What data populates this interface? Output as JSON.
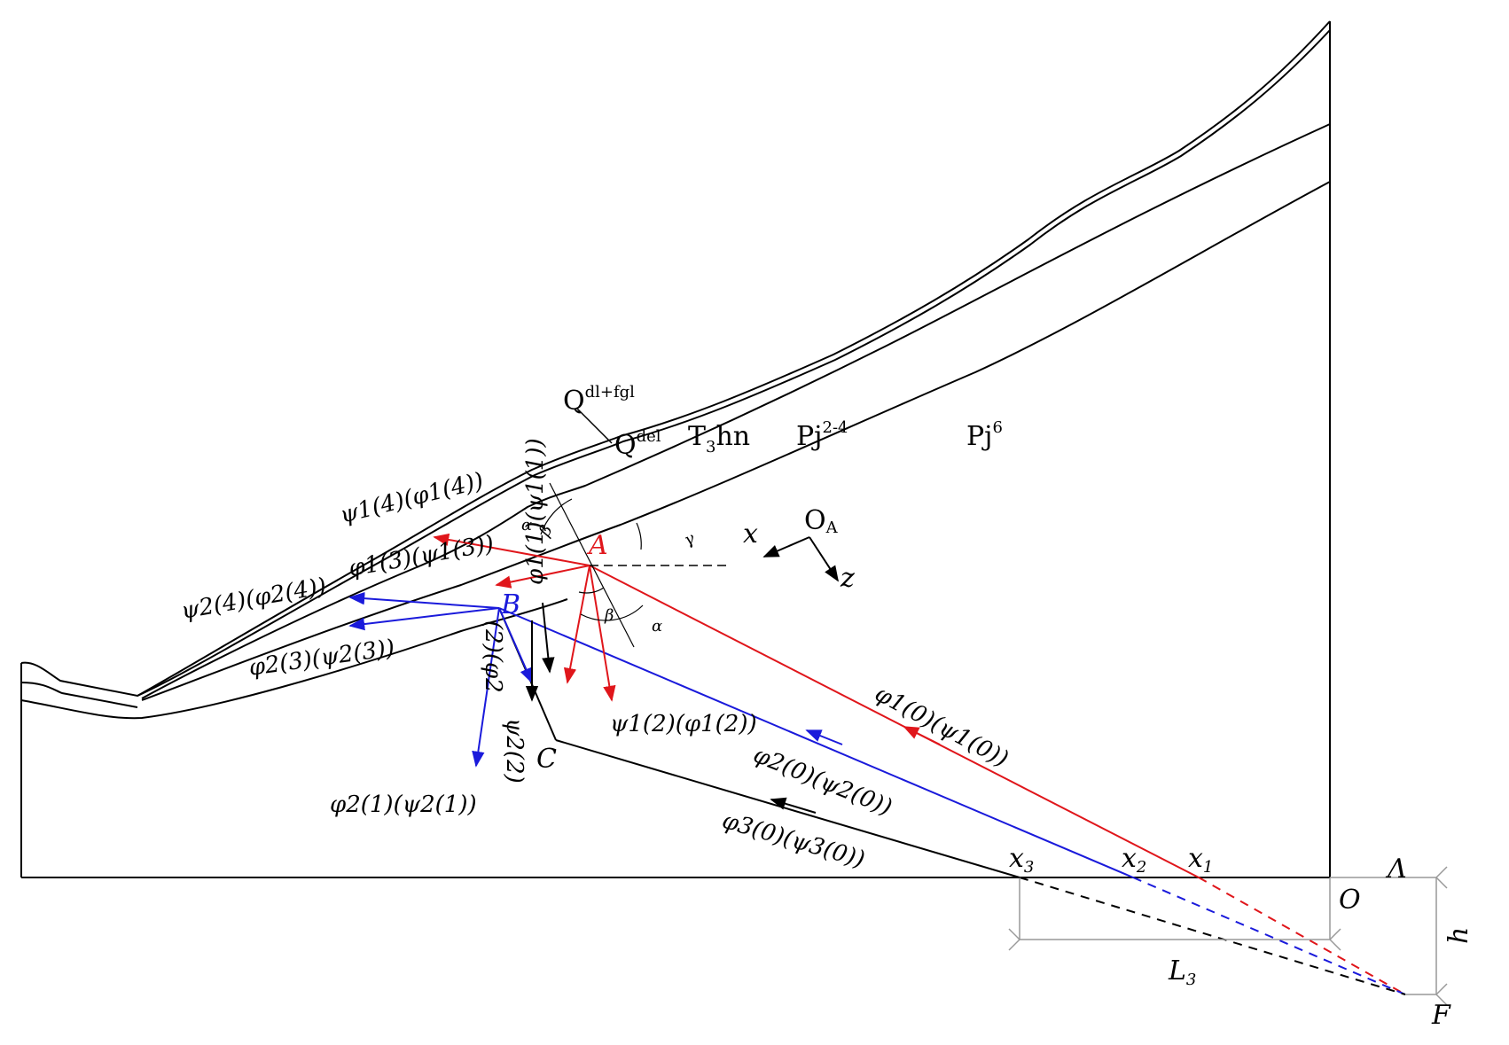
{
  "colors": {
    "ray_A": "#e0161b",
    "ray_B": "#1a1adb",
    "ray_C": "#000000",
    "line": "#000000",
    "construction": "#999999"
  },
  "layers": {
    "q_dl_fgl": "Q",
    "q_dl_fgl_sup": "dl+fgl",
    "q_del": "Q",
    "q_del_sup": "del",
    "t3hn_a": "T",
    "t3hn_sub": "3",
    "t3hn_b": "hn",
    "pj24": "Pj",
    "pj24_sup": "2-4",
    "pj6": "Pj",
    "pj6_sup": "6"
  },
  "points": {
    "A": "A",
    "B": "B",
    "C": "C",
    "O": "O",
    "F": "F",
    "OA": "O",
    "OA_sub": "A",
    "x1": "x",
    "x1_sub": "1",
    "x2": "x",
    "x2_sub": "2",
    "x3": "x",
    "x3_sub": "3"
  },
  "axes": {
    "x": "x",
    "z": "z"
  },
  "dimensions": {
    "L3": "L",
    "L3_sub": "3",
    "h": "h",
    "lambda": "Λ"
  },
  "angles": {
    "alpha": "α",
    "beta": "β",
    "gamma": "γ"
  },
  "ray_labels": {
    "psi1_4": "ψ1(4)(φ1(4))",
    "phi1_3": "φ1(3)(ψ1(3))",
    "psi2_4": "ψ2(4)(φ2(4))",
    "phi2_3": "φ2(3)(ψ2(3))",
    "phi2_2": "(2)(φ2",
    "phi1_1": "φ1(1)(ψ1(1))",
    "psi2_2": "ψ2(2)",
    "psi1_2": "ψ1(2)(φ1(2))",
    "phi1_0": "φ1(0)(ψ1(0))",
    "phi2_0": "φ2(0)(ψ2(0))",
    "phi2_1": "φ2(1)(ψ2(1))",
    "phi3_0": "φ3(0)(ψ3(0))"
  }
}
